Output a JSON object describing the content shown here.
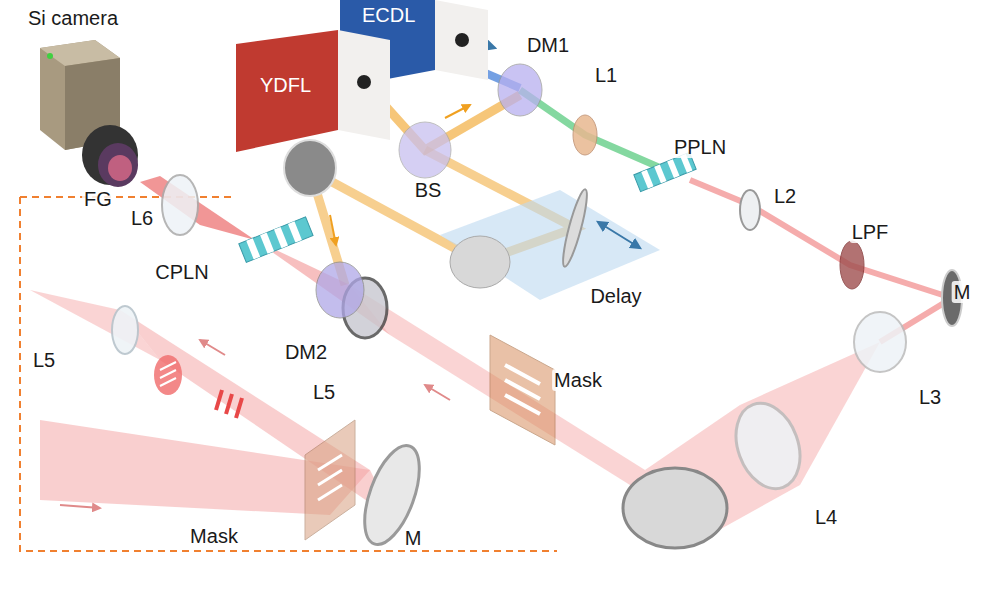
{
  "diagram": {
    "nodes": [
      {
        "text": [
          "YDFL"
        ]
      },
      {
        "text": [
          "ECDL"
        ]
      }
    ],
    "labels": [
      "Si camera",
      "DM1",
      "L1",
      "PPLN",
      "L2",
      "LPF",
      "M",
      "BS",
      "Delay",
      "FG",
      "L6",
      "CPLN",
      "L5",
      "DM2",
      "L5",
      "Mask",
      "L3",
      "L4",
      "Mask",
      "M"
    ]
  }
}
